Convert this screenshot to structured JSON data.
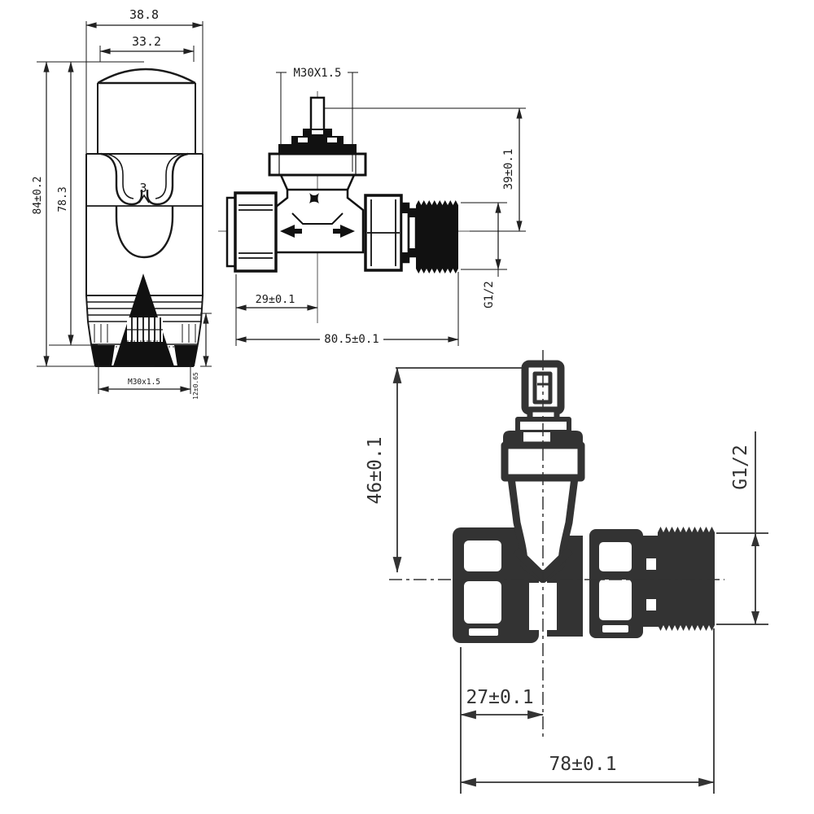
{
  "meta": {
    "background": "#ffffff",
    "line_color": "#1a1a1a",
    "bold_line_color": "#333333"
  },
  "head": {
    "width_outer": "38.8",
    "width_cap": "33.2",
    "height_overall": "84±0.2",
    "height_body": "78.3",
    "setting_number": "3",
    "thread": "M30x1.5",
    "base_height": "12±0.65"
  },
  "valve_straight": {
    "thread_top": "M30X1.5",
    "center_to_top": "39±0.1",
    "center_to_inlet": "29±0.1",
    "overall_length": "80.5±0.1",
    "outlet_thread": "G1/2"
  },
  "valve_lockshield": {
    "center_to_top": "46±0.1",
    "outlet_thread": "G1/2",
    "center_to_inlet": "27±0.1",
    "overall_length": "78±0.1"
  }
}
